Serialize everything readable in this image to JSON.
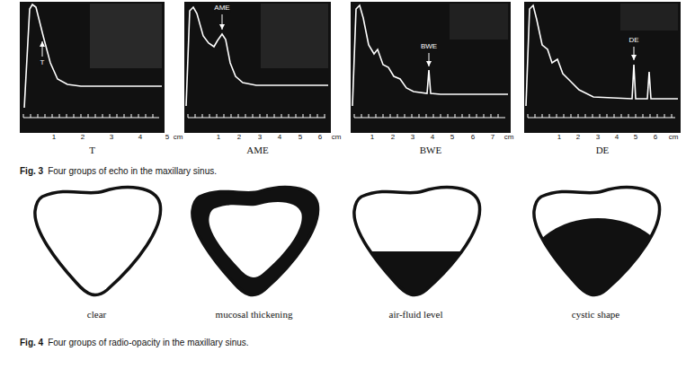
{
  "diagram": {
    "nodes": [
      {
        "text": [
          "T",
          "T"
        ]
      },
      {
        "text": [
          "AME",
          "AME"
        ]
      },
      {
        "text": [
          "BWE",
          "BWE"
        ]
      },
      {
        "text": [
          "DE",
          "DE"
        ]
      },
      {
        "text": [
          "clear"
        ]
      },
      {
        "text": [
          "mucosal thickening"
        ]
      },
      {
        "text": [
          "air-fluid level"
        ]
      },
      {
        "text": [
          "cystic shape"
        ]
      }
    ],
    "labels": [
      "Fig. 3",
      "Four groups of echo in the maxillary sinus.",
      "1",
      "2",
      "3",
      "4",
      "5",
      "cm",
      "1",
      "2",
      "3",
      "4",
      "5",
      "6",
      "cm",
      "1",
      "2",
      "3",
      "4",
      "5",
      "6",
      "7",
      "cm",
      "1",
      "2",
      "3",
      "4",
      "5",
      "6",
      "cm",
      "Fig. 4",
      "Four groups of radio-opacity in the maxillary sinus."
    ]
  }
}
